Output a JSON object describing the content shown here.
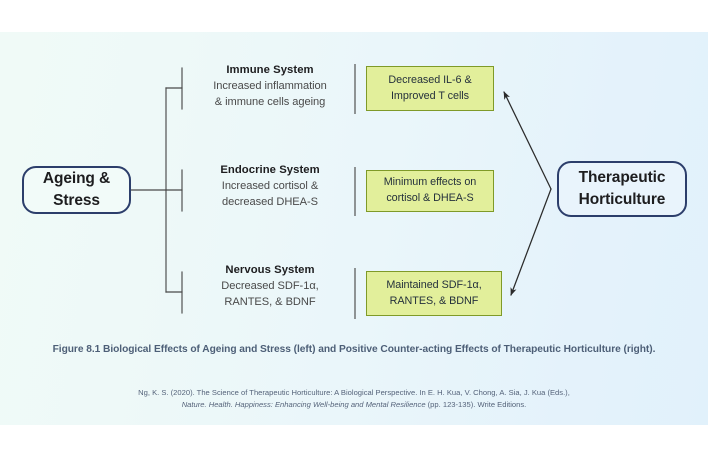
{
  "figure": {
    "background_left": "#f0faf7",
    "background_right": "#e1f1fb",
    "accent_navy": "#2c3e6b",
    "accent_green_fill": "#e2ef9b",
    "accent_green_border": "#7f9a28",
    "caption_color": "#4d5f77"
  },
  "source_node": {
    "label_line1": "Ageing &",
    "label_line2": "Stress"
  },
  "target_node": {
    "label_line1": "Therapeutic",
    "label_line2": "Horticulture"
  },
  "systems": [
    {
      "title": "Immune System",
      "desc_line1": "Increased inflammation",
      "desc_line2": "& immune cells ageing",
      "outcome_line1": "Decreased IL-6 &",
      "outcome_line2": "Improved T cells",
      "has_arrow": true
    },
    {
      "title": "Endocrine System",
      "desc_line1": "Increased cortisol &",
      "desc_line2": "decreased DHEA-S",
      "outcome_line1": "Minimum effects on",
      "outcome_line2": "cortisol & DHEA-S",
      "has_arrow": false
    },
    {
      "title": "Nervous System",
      "desc_line1": "Decreased SDF-1α,",
      "desc_line2": "RANTES, & BDNF",
      "outcome_line1": "Maintained SDF-1α,",
      "outcome_line2": "RANTES, & BDNF",
      "has_arrow": true
    }
  ],
  "caption": {
    "text": "Figure 8.1 Biological Effects of Ageing and Stress (left) and Positive Counter-acting Effects of Therapeutic Horticulture (right)."
  },
  "citation": {
    "line1": "Ng, K. S. (2020). The Science of Therapeutic Horticulture: A Biological Perspective. In E. H. Kua, V. Chong, A. Sia, J. Kua (Eds.),",
    "line2_italic": "Nature. Health. Happiness: Enhancing Well-being and Mental Resilience",
    "line2_rest": " (pp. 123-135). Write Editions."
  }
}
